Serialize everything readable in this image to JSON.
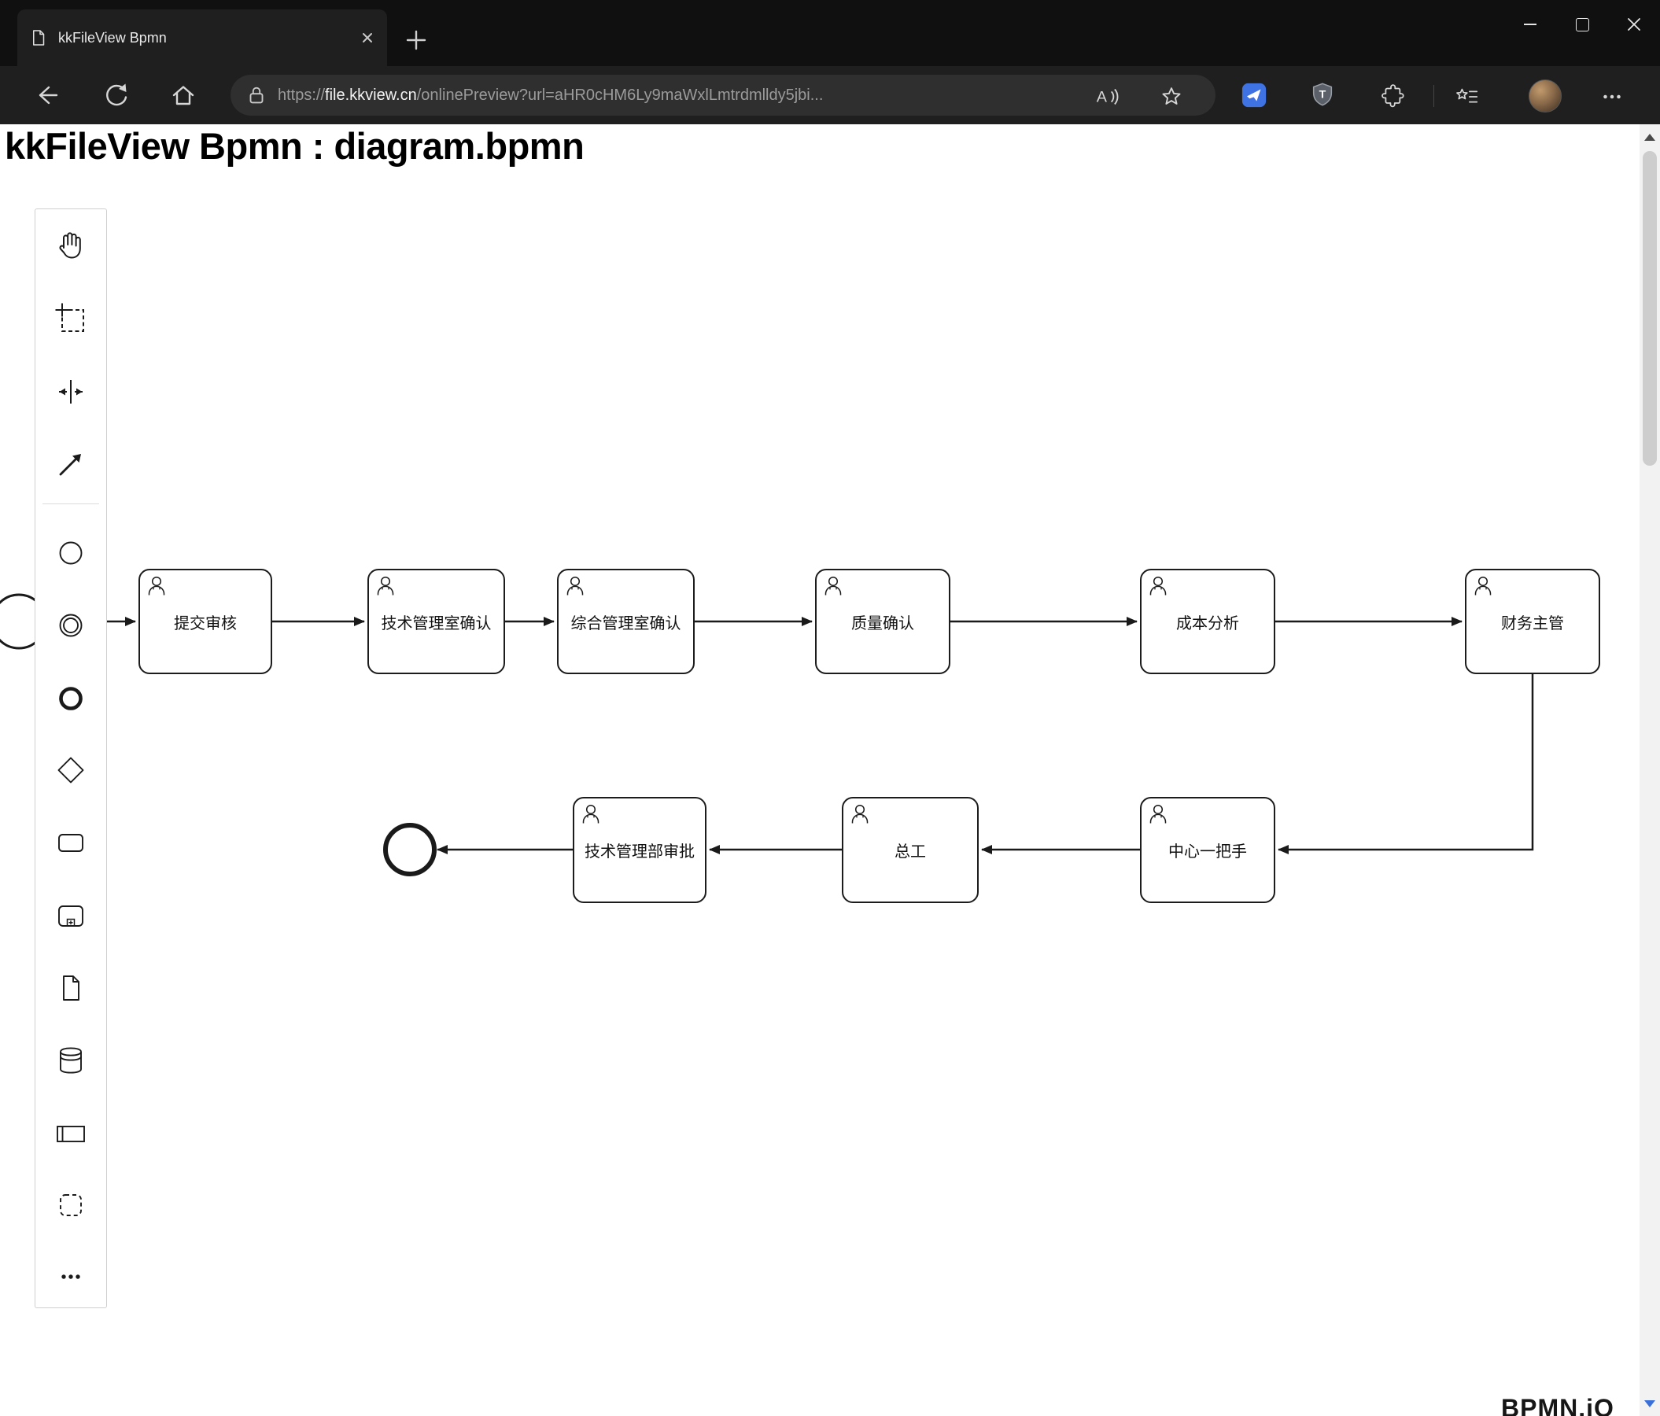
{
  "browser": {
    "tab": {
      "title": "kkFileView Bpmn"
    },
    "address_bar": {
      "scheme": "https://",
      "host": "file.kkview.cn",
      "path": "/onlinePreview?url=aHR0cHM6Ly9maWxlLmtrdmlldy5jbi..."
    },
    "icons": {
      "read_aloud_letter": "A",
      "shield_letter": "T"
    }
  },
  "page": {
    "heading": "kkFileView Bpmn : diagram.bpmn",
    "watermark": "BPMN.iO"
  },
  "palette": {
    "tools": [
      "hand-tool",
      "lasso-tool",
      "space-tool",
      "global-connect-tool",
      "create-start-event",
      "create-intermediate-event",
      "create-end-event",
      "create-gateway",
      "create-task",
      "create-subprocess",
      "create-data-object",
      "create-data-store",
      "create-participant",
      "create-group",
      "more-tools"
    ]
  },
  "diagram": {
    "file": "diagram.bpmn",
    "tasks": [
      {
        "id": "t1",
        "label": "提交审核"
      },
      {
        "id": "t2",
        "label": "技术管理室确认"
      },
      {
        "id": "t3",
        "label": "综合管理室确认"
      },
      {
        "id": "t4",
        "label": "质量确认"
      },
      {
        "id": "t5",
        "label": "成本分析"
      },
      {
        "id": "t6",
        "label": "财务主管"
      },
      {
        "id": "t7",
        "label": "中心一把手"
      },
      {
        "id": "t8",
        "label": "总工"
      },
      {
        "id": "t9",
        "label": "技术管理部审批"
      }
    ],
    "events": [
      {
        "type": "startEvent"
      },
      {
        "type": "endEvent"
      }
    ],
    "flows": [
      [
        "startEvent",
        "提交审核"
      ],
      [
        "提交审核",
        "技术管理室确认"
      ],
      [
        "技术管理室确认",
        "综合管理室确认"
      ],
      [
        "综合管理室确认",
        "质量确认"
      ],
      [
        "质量确认",
        "成本分析"
      ],
      [
        "成本分析",
        "财务主管"
      ],
      [
        "财务主管",
        "中心一把手"
      ],
      [
        "中心一把手",
        "总工"
      ],
      [
        "总工",
        "技术管理部审批"
      ],
      [
        "技术管理部审批",
        "endEvent"
      ]
    ]
  }
}
